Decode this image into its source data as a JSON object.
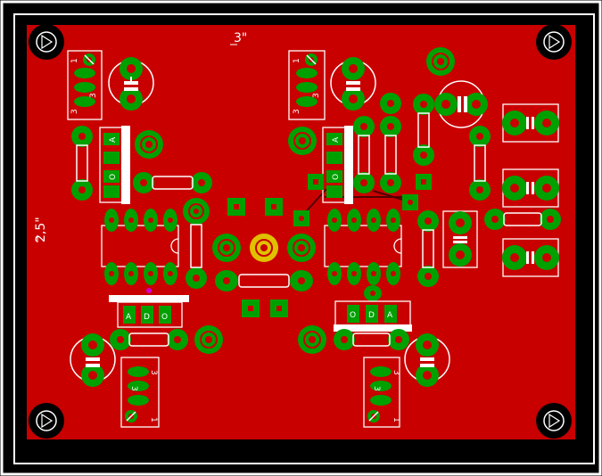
{
  "board": {
    "width_label": "3\"",
    "height_label": "2,5\"",
    "colors": {
      "background": "#000000",
      "frame": "#ffffff",
      "copper": "#c80000",
      "pad": "#00a000",
      "silkscreen": "#ffffff",
      "selected_pad": "#e0c000"
    }
  },
  "pin_labels": {
    "one": "1",
    "three": "3",
    "a": "A",
    "d": "D",
    "o": "O"
  }
}
